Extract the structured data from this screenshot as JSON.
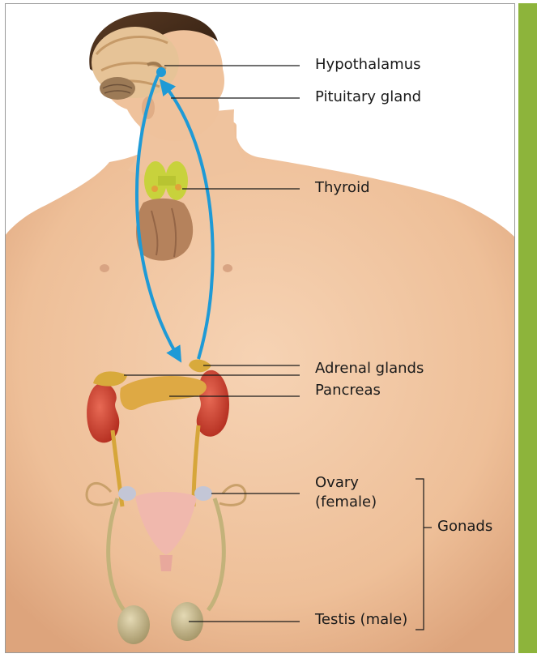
{
  "labels": {
    "hypothalamus": "Hypothalamus",
    "pituitary": "Pituitary gland",
    "thyroid": "Thyroid",
    "adrenal": "Adrenal glands",
    "pancreas": "Pancreas",
    "ovary_line1": "Ovary",
    "ovary_line2": "(female)",
    "testis": "Testis (male)",
    "gonads": "Gonads"
  },
  "colors": {
    "accent_bar": "#8db43b",
    "arrow": "#1e9ad6",
    "skin": "#f2c9a5",
    "leader_line": "#1a1a1a"
  }
}
